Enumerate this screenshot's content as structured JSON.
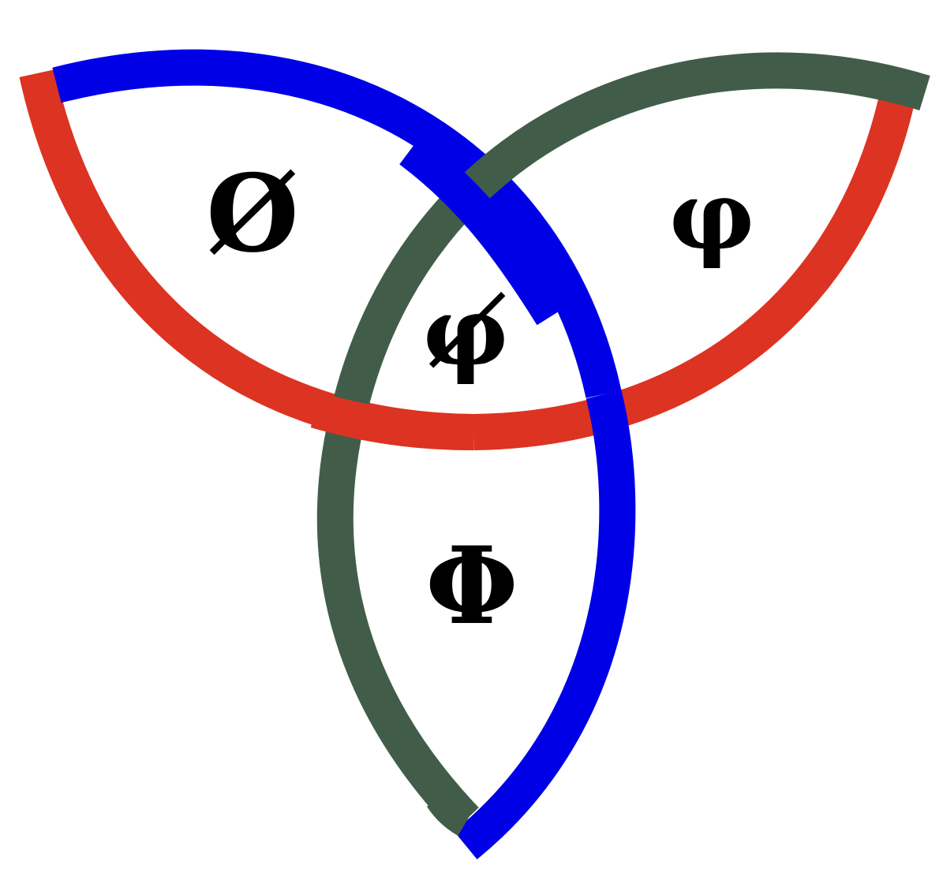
{
  "colors": {
    "red_band": "#dd3322",
    "blue_band": "#0000e6",
    "green_band": "#415d4a",
    "glyph": "#000000",
    "background": "#ffffff"
  },
  "labels": {
    "left_region": "Ø",
    "right_region": "φ",
    "center_region": "φ̸",
    "bottom_region": "Φ"
  }
}
